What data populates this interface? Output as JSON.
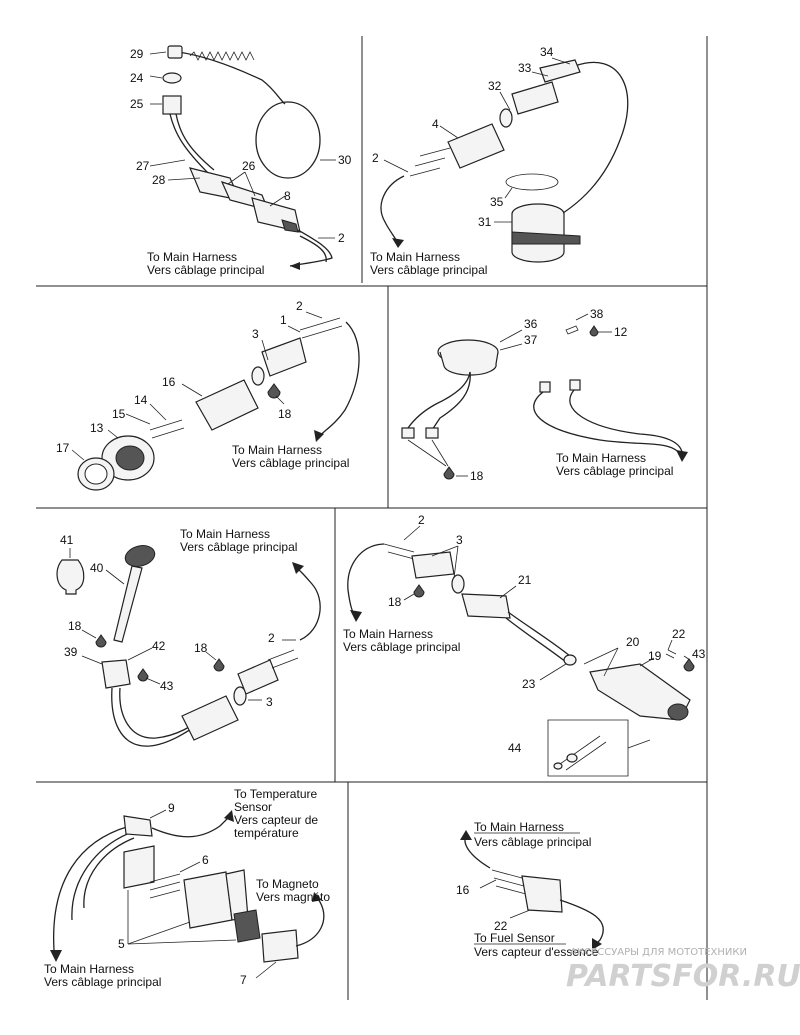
{
  "diagram": {
    "texts": {
      "main_en": "To Main Harness",
      "main_fr": "Vers câblage principal",
      "temp_en_1": "To Temperature",
      "temp_en_2": "Sensor",
      "temp_fr_1": "Vers capteur de",
      "temp_fr_2": "température",
      "magneto_en": "To Magneto",
      "magneto_fr": "Vers magnéto",
      "fuel_en": "To Fuel Sensor",
      "fuel_fr": "Vers capteur d'essence"
    },
    "watermark": {
      "tagline": "АКСЕССУАРЫ ДЛЯ МОТОТЕХНИКИ",
      "logo": "PARTSFOR.RU"
    },
    "part_numbers": {
      "p29": "29",
      "p24": "24",
      "p25": "25",
      "p27": "27",
      "p28": "28",
      "p26": "26",
      "p8": "8",
      "p2a": "2",
      "p30": "30",
      "p34": "34",
      "p33": "33",
      "p32": "32",
      "p4": "4",
      "p2b": "2",
      "p35": "35",
      "p31": "31",
      "p2c": "2",
      "p1": "1",
      "p3a": "3",
      "p16a": "16",
      "p14": "14",
      "p15": "15",
      "p13": "13",
      "p17": "17",
      "p18a": "18",
      "p38": "38",
      "p36": "36",
      "p37": "37",
      "p12": "12",
      "p18b": "18",
      "p41": "41",
      "p40": "40",
      "p18c": "18",
      "p42": "42",
      "p39": "39",
      "p43a": "43",
      "p18d": "18",
      "p2d": "2",
      "p3b": "3",
      "p2e": "2",
      "p3c": "3",
      "p18e": "18",
      "p21": "21",
      "p20": "20",
      "p22a": "22",
      "p19": "19",
      "p43b": "43",
      "p23": "23",
      "p44": "44",
      "p9": "9",
      "p6": "6",
      "p5": "5",
      "p7": "7",
      "p16b": "16",
      "p22b": "22"
    }
  }
}
